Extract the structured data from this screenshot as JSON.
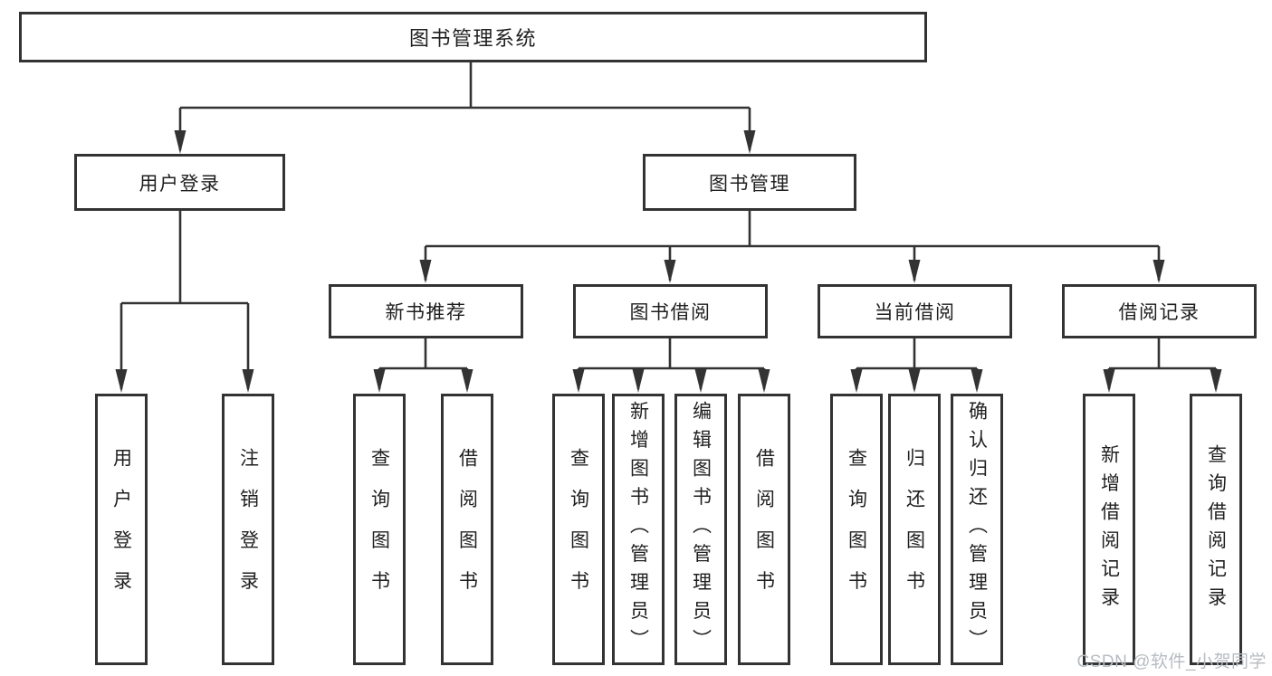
{
  "nodes": {
    "root": "图书管理系统",
    "login": "用户登录",
    "mgmt": "图书管理",
    "l3": [
      "新书推荐",
      "图书借阅",
      "当前借阅",
      "借阅记录"
    ],
    "leaves": {
      "login": [
        "用户登录",
        "注销登录"
      ],
      "recommend": [
        "查询图书",
        "借阅图书"
      ],
      "borrow": [
        "查询图书",
        "新增图书（管理员）",
        "编辑图书（管理员）",
        "借阅图书"
      ],
      "current": [
        "查询图书",
        "归还图书",
        "确认归还（管理员）"
      ],
      "records": [
        "新增借阅记录",
        "查询借阅记录"
      ]
    }
  },
  "watermark": "CSDN @软件_小贺同学",
  "colors": {
    "line": "#333333",
    "text": "#1f1f1f",
    "box_background": "#ffffff",
    "watermark": "#b6bcc1"
  }
}
